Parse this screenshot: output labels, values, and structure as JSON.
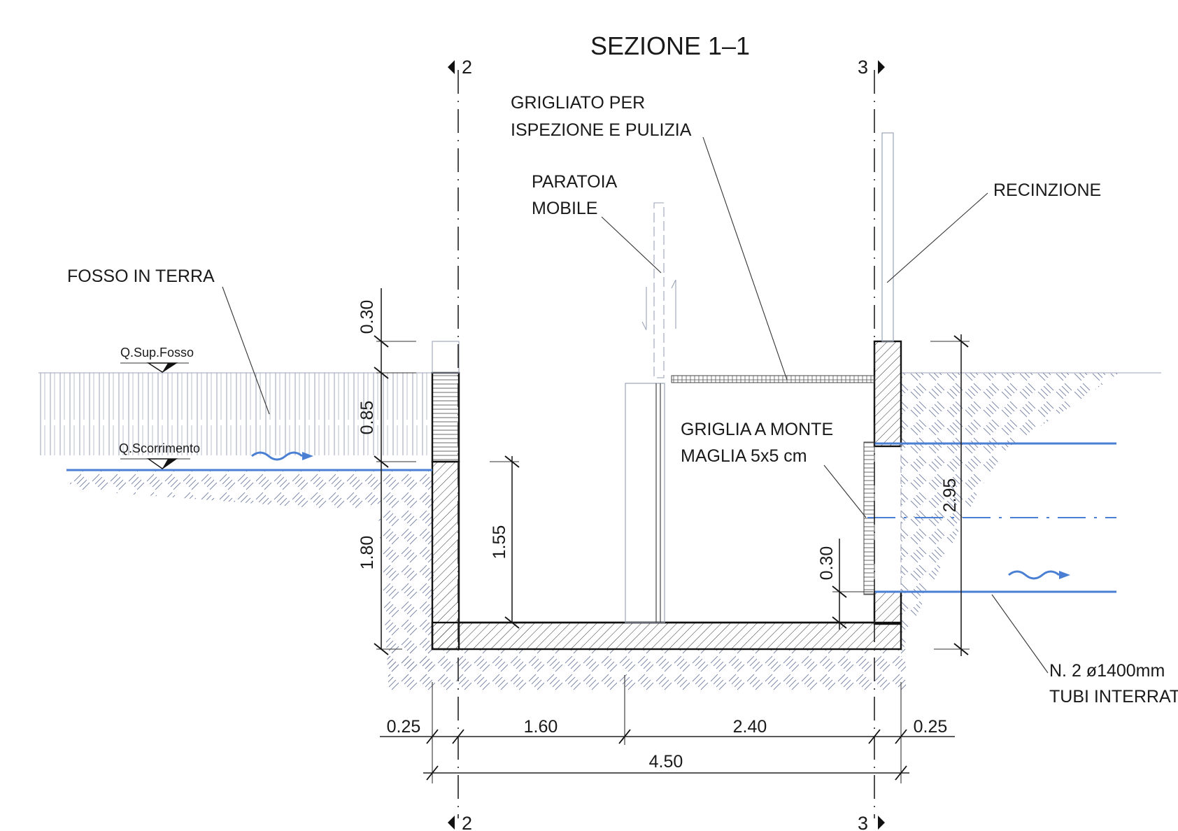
{
  "title": "SEZIONE 1–1",
  "section_marks": {
    "left_top": "2",
    "right_top": "3",
    "left_bottom": "2",
    "right_bottom": "3"
  },
  "labels": {
    "grigliato_l1": "GRIGLIATO PER",
    "grigliato_l2": "ISPEZIONE E PULIZIA",
    "paratoia_l1": "PARATOIA",
    "paratoia_l2": "MOBILE",
    "recinzione": "RECINZIONE",
    "fosso": "FOSSO IN TERRA",
    "q_sup_fosso": "Q.Sup.Fosso",
    "q_scorrimento": "Q.Scorrimento",
    "griglia_l1": "GRIGLIA A MONTE",
    "griglia_l2": "MAGLIA 5x5 cm",
    "tubi_l1": "N. 2 ø1400mm",
    "tubi_l2": "TUBI INTERRATI"
  },
  "dimensions": {
    "left_top": "0.30",
    "left_mid": "0.85",
    "left_low": "1.80",
    "inner_height": "1.55",
    "grate_gap": "0.30",
    "right_total": "2.95",
    "wall_left": "0.25",
    "span_left": "1.60",
    "span_right": "2.40",
    "wall_right": "0.25",
    "overall": "4.50"
  },
  "colors": {
    "water": "#4a7fd4",
    "line": "#222222",
    "hatch": "#6b7591"
  }
}
